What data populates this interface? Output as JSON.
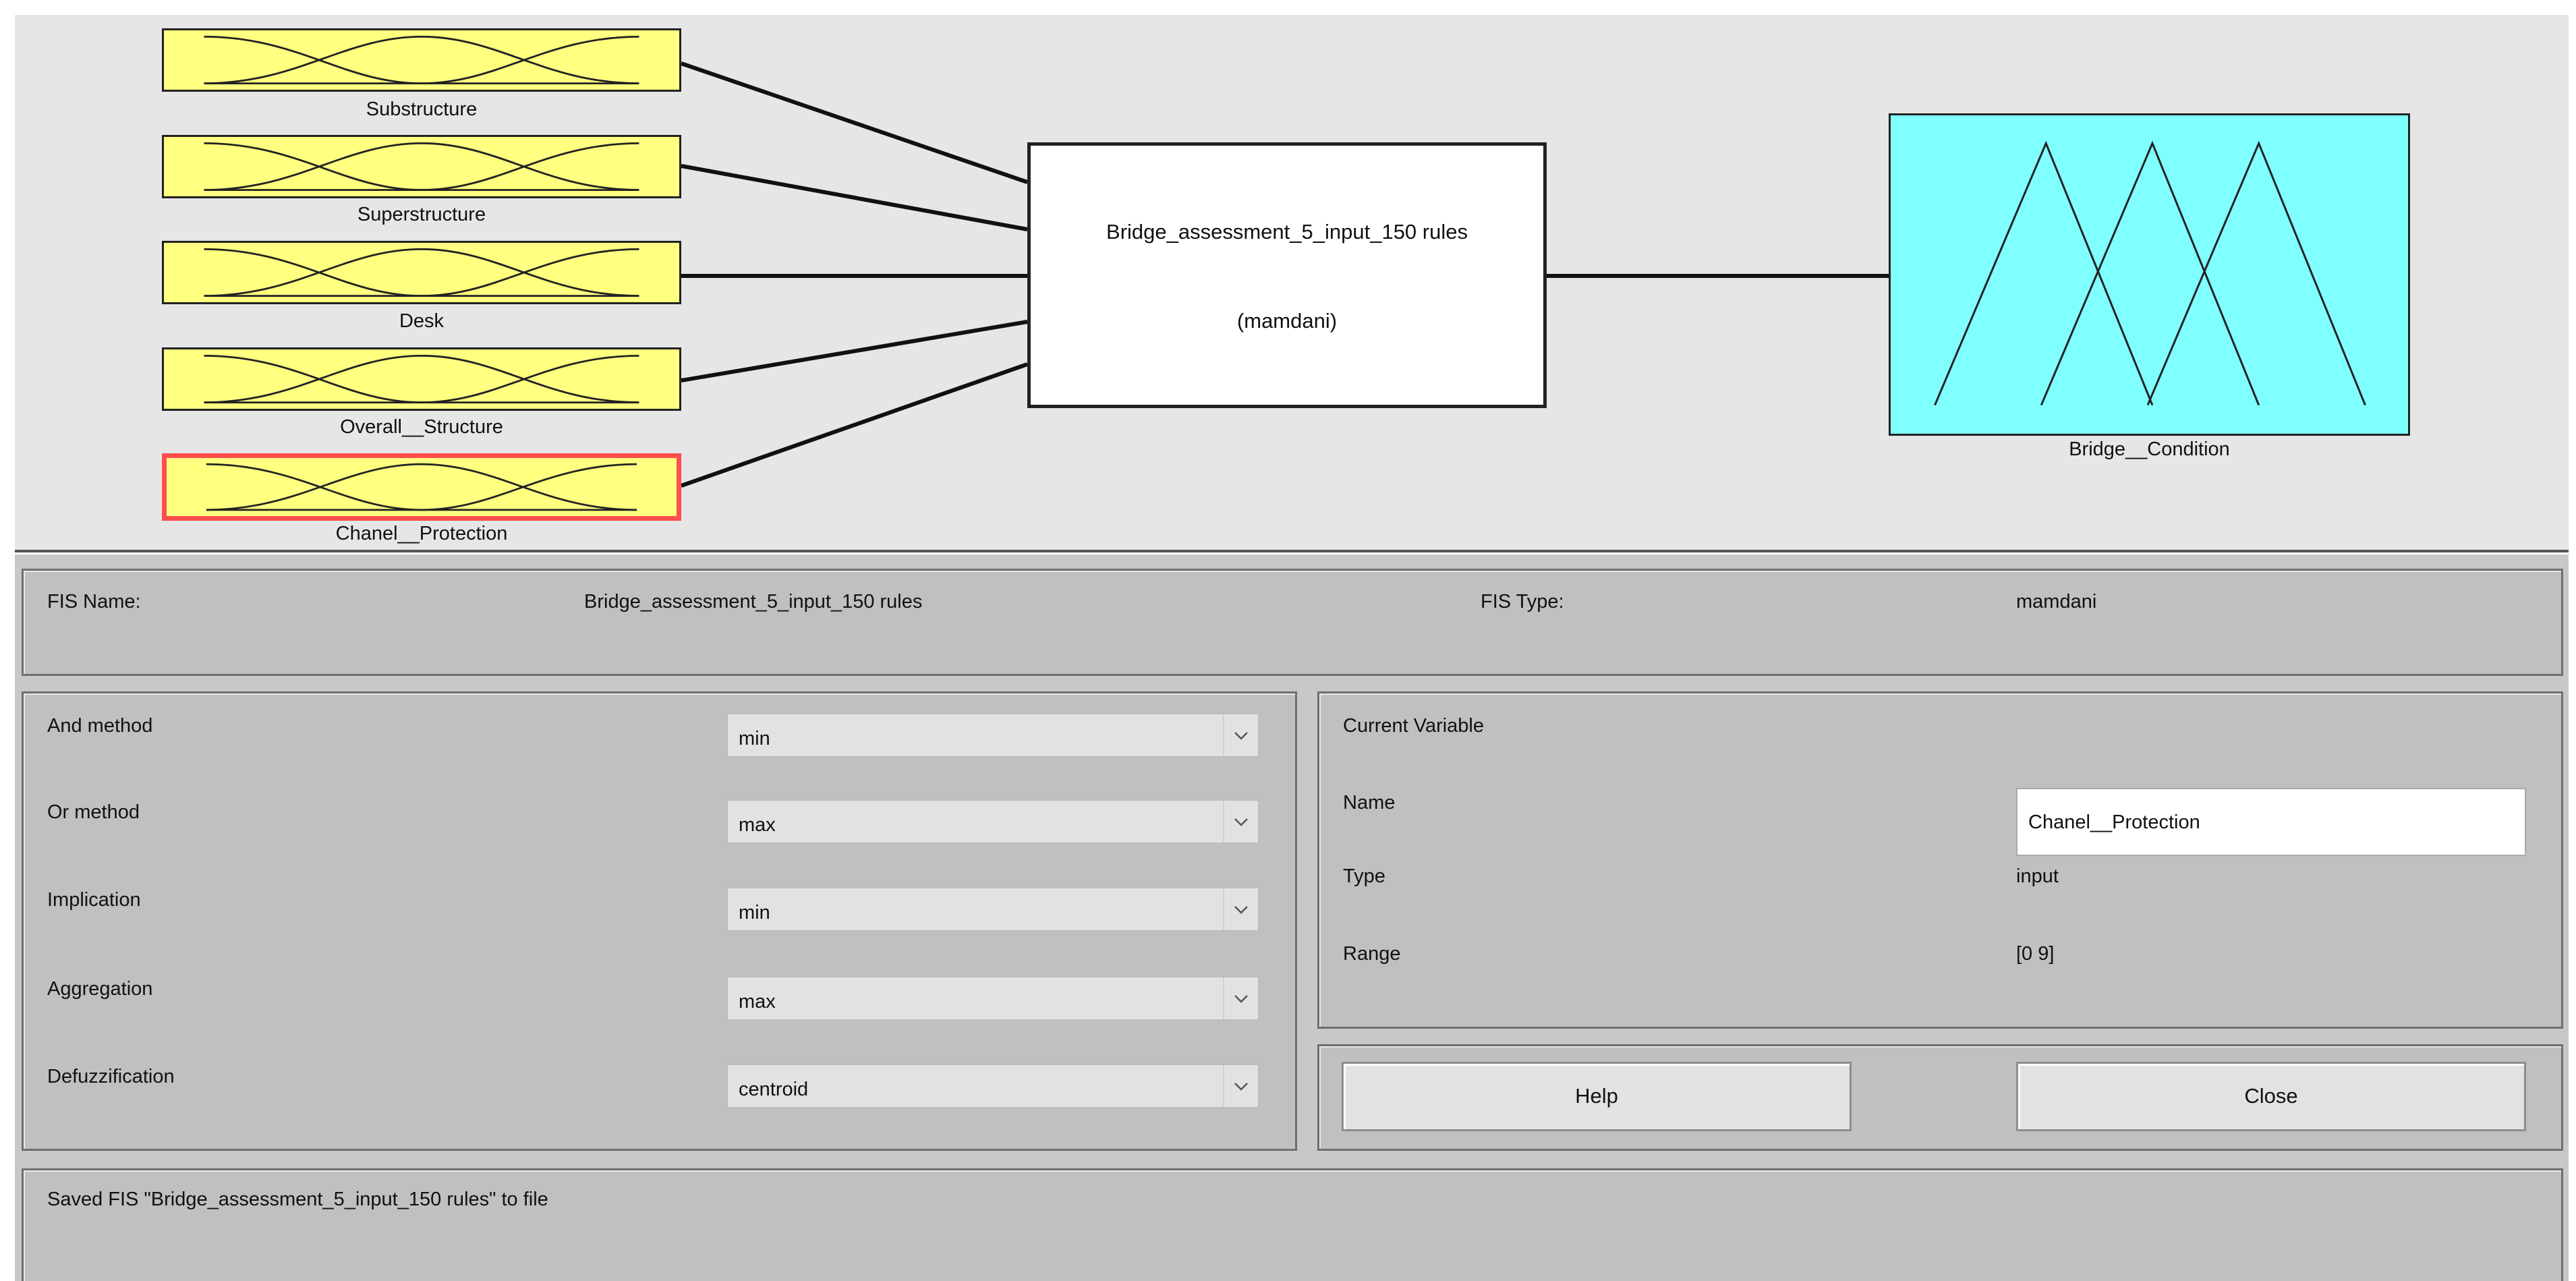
{
  "diagram": {
    "inputs": [
      {
        "name": "Substructure"
      },
      {
        "name": "Superstructure"
      },
      {
        "name": "Desk"
      },
      {
        "name": "Overall__Structure"
      },
      {
        "name": "Chanel__Protection",
        "selected": true
      }
    ],
    "fis_block": {
      "name": "Bridge_assessment_5_input_150 rules",
      "type": "(mamdani)"
    },
    "output": {
      "name": "Bridge__Condition"
    }
  },
  "fis_info": {
    "name_label": "FIS Name:",
    "name_value": "Bridge_assessment_5_input_150 rules",
    "type_label": "FIS Type:",
    "type_value": "mamdani"
  },
  "methods": [
    {
      "label": "And method",
      "value": "min"
    },
    {
      "label": "Or method",
      "value": "max"
    },
    {
      "label": "Implication",
      "value": "min"
    },
    {
      "label": "Aggregation",
      "value": "max"
    },
    {
      "label": "Defuzzification",
      "value": "centroid"
    }
  ],
  "current_variable": {
    "title": "Current Variable",
    "name_label": "Name",
    "name_value": "Chanel__Protection",
    "type_label": "Type",
    "type_value": "input",
    "range_label": "Range",
    "range_value": "[0 9]"
  },
  "buttons": {
    "help": "Help",
    "close": "Close"
  },
  "status": "Saved FIS \"Bridge_assessment_5_input_150 rules\" to file",
  "colors": {
    "input_mf_fill": "#ffff80",
    "output_mf_fill": "#80ffff",
    "selected_border": "#ff4d4d",
    "panel_bg": "#c0c0c0"
  }
}
